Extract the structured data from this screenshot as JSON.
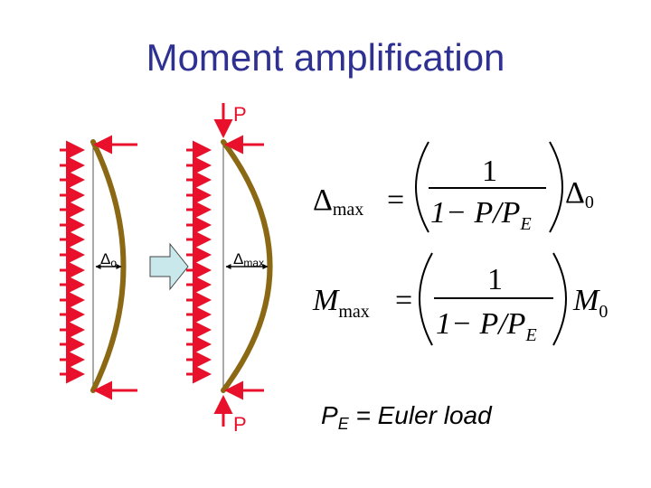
{
  "title": "Moment amplification",
  "labels": {
    "load_top": "P",
    "load_bottom": "P",
    "delta_initial": "Δ",
    "delta_initial_sub": "o",
    "delta_max": "Δ",
    "delta_max_sub": "max",
    "euler_load": "P",
    "euler_load_sub": "E",
    "euler_load_text": " = Euler load"
  },
  "equation_deflection": {
    "lhs": "Δ",
    "lhs_sub": "max",
    "numerator": "1",
    "denominator": "1− P/P",
    "denominator_sub": "E",
    "rhs": "Δ",
    "rhs_sub": "0"
  },
  "equation_moment": {
    "lhs": "M",
    "lhs_sub": "max",
    "numerator": "1",
    "denominator": "1− P/P",
    "denominator_sub": "E",
    "rhs": "M",
    "rhs_sub": "0"
  },
  "colors": {
    "title": "#2e3192",
    "column": "#8b6914",
    "load_arrow": "#e8102a",
    "label": "#e8102a",
    "transition_arrow": "#c8e8ec"
  }
}
